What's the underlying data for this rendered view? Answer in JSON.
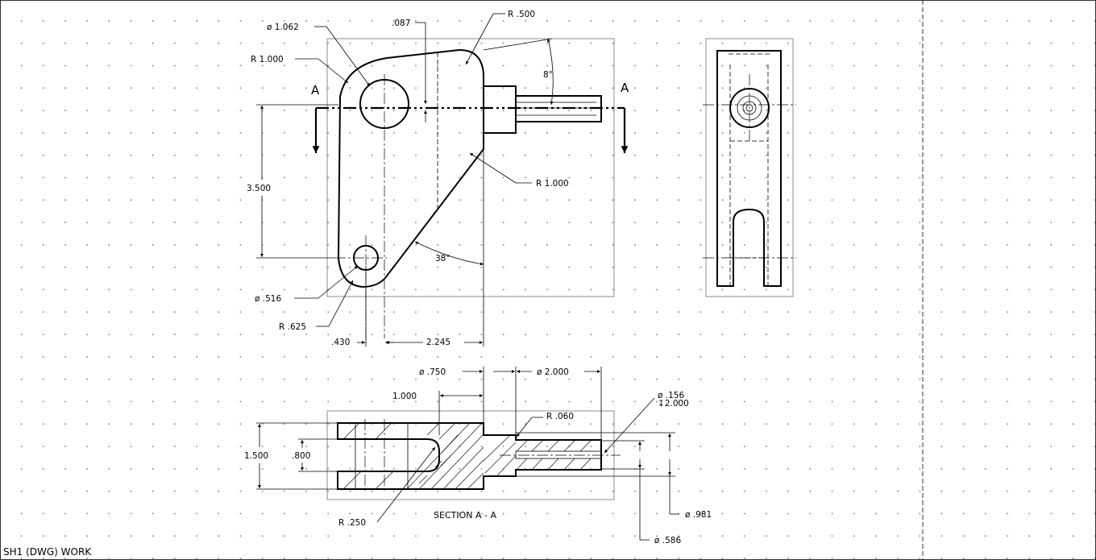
{
  "status_bar": {
    "text": "SH1 (DWG) WORK"
  },
  "front_view": {
    "dims": {
      "dia_1062": "ø 1.062",
      "r_1000_top": "R 1.000",
      "d_087": ".087",
      "r_500": "R .500",
      "angle_8": "8°",
      "d_3500": "3.500",
      "r_1000_right": "R 1.000",
      "angle_38": "38°",
      "dia_516": "ø .516",
      "r_625": "R .625",
      "d_430": ".430",
      "d_2245": "2.245"
    },
    "section_marks": {
      "left": "A",
      "right": "A"
    }
  },
  "section_view": {
    "title": "SECTION A - A",
    "dims": {
      "dia_750": "ø .750",
      "dia_2000": "ø 2.000",
      "d_1000": "1.000",
      "dia_156": "ø .156",
      "depth_2000": "↧2.000",
      "r_060": "R .060",
      "d_1500": "1.500",
      "d_800": ".800",
      "r_250": "R .250",
      "dia_981": "ø .981",
      "dia_586": "ø .586"
    }
  }
}
